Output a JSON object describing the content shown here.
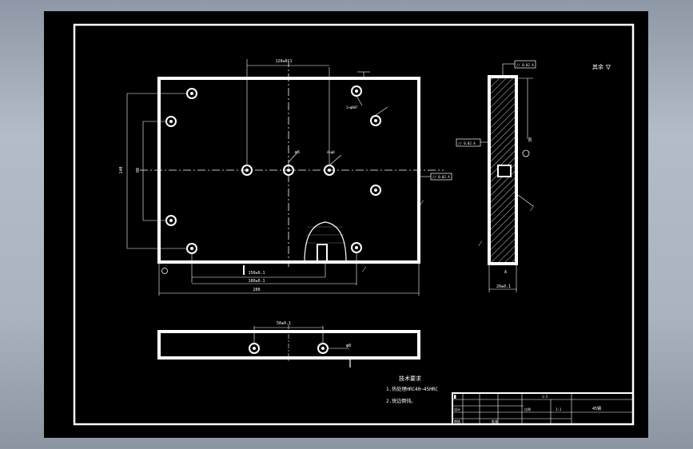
{
  "drawing": {
    "title_block": {
      "scale": "1:5",
      "label_ratio": "比例",
      "ratio_value": "1:1",
      "material": "45钢",
      "designer_label": "设计",
      "checker_label": "审核",
      "approve_label": "批准"
    },
    "tech_requirements": {
      "title": "技术要求",
      "items": [
        "1.热处理HRC40~45HRC",
        "2.锐边倒钝。"
      ]
    },
    "roughness": {
      "label": "其余",
      "symbol": "▽"
    },
    "front_view": {
      "dims_top": "120±0.1",
      "dims_bottom_inner": "150±0.1",
      "dims_bottom_mid": "180±0.1",
      "dims_bottom_total": "200",
      "left_dim_outer": "140",
      "left_dim_inner": "80",
      "hole_note_top": "2×φ8H7",
      "hole_note_mid": "4×φ8",
      "hole_note_center": "φ6",
      "flatness_tag": "// 0.02 A"
    },
    "side_view": {
      "flatness_tag_top": "// 0.02 A",
      "flatness_tag_mid": "// 0.02 A",
      "width_dim": "20±0.1",
      "height_dim": "30",
      "datum": "A"
    },
    "bottom_view": {
      "dim_top": "50±0.1",
      "note": "φ8"
    }
  }
}
